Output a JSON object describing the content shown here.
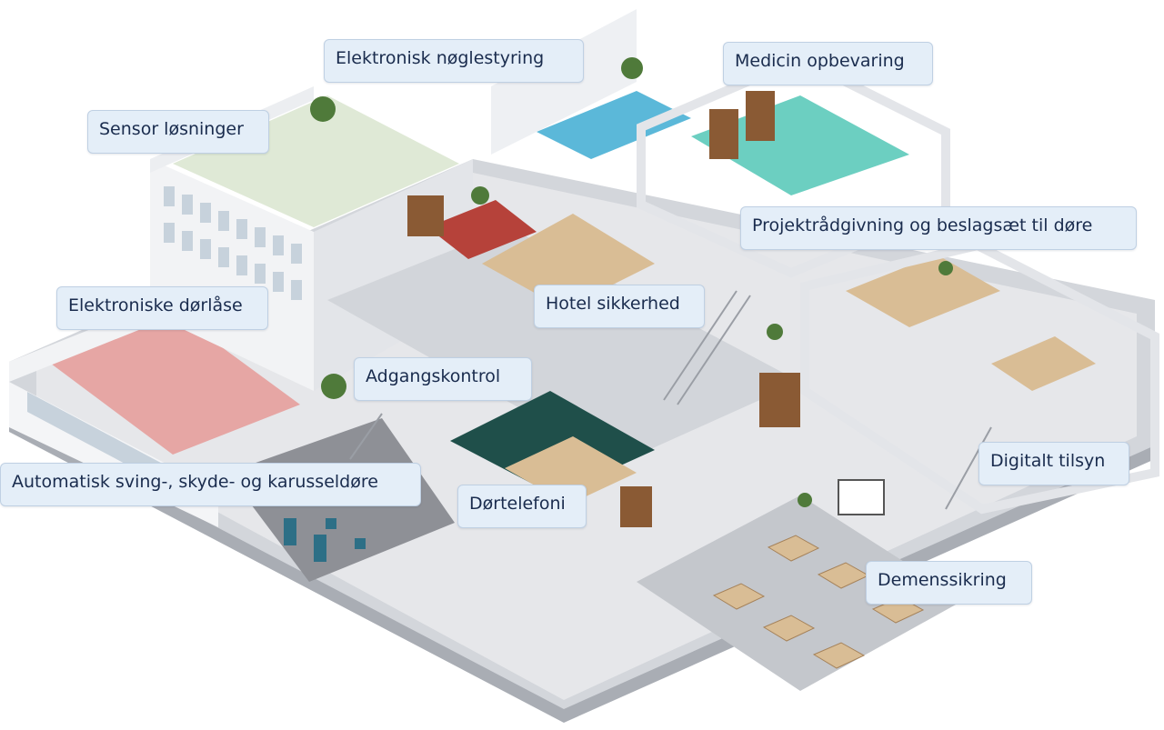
{
  "labels": {
    "elektronisk_noeglestyring": "Elektronisk nøglestyring",
    "medicin_opbevaring": "Medicin opbevaring",
    "sensor_loesninger": "Sensor løsninger",
    "projektraadgivning": "Projektrådgivning og beslagsæt til døre",
    "elektroniske_doerlaase": "Elektroniske dørlåse",
    "hotel_sikkerhed": "Hotel sikkerhed",
    "adgangskontrol": "Adgangskontrol",
    "automatiske_doere": "Automatisk sving-, skyde- og karusseldøre",
    "doertelefoni": "Dørtelefoni",
    "digitalt_tilsyn": "Digitalt tilsyn",
    "demenssikring": "Demenssikring"
  },
  "colors": {
    "label_bg": "#e4eef8",
    "label_border": "#bfd0e3",
    "label_text": "#1a2c4e",
    "wall": "#f2f3f5",
    "wall_shade": "#d9dce1",
    "floor_grey": "#c9ccd1",
    "floor_pink": "#e6a6a4",
    "floor_red": "#b6423a",
    "floor_teal": "#6ccfc1",
    "floor_blue": "#5bb8d9",
    "floor_wood": "#d9bd95",
    "wall_teal": "#1f4f4a",
    "furniture": "#b07a4a",
    "plant": "#4f7a3a"
  }
}
